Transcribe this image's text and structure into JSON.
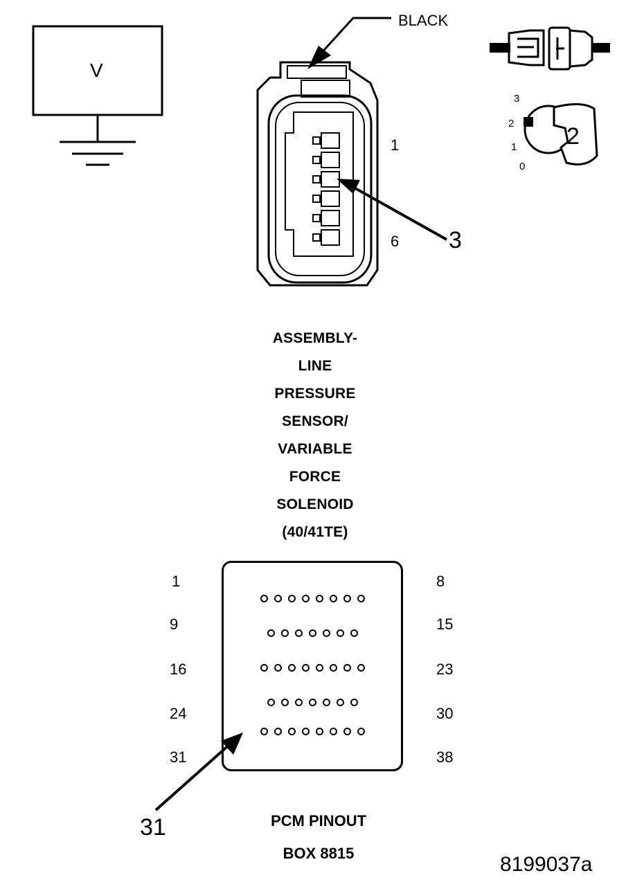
{
  "voltmeter": {
    "symbol": "V"
  },
  "connector": {
    "color_label": "BLACK",
    "pin_first": "1",
    "pin_last": "6",
    "callout_pin": "3"
  },
  "key_switch": {
    "positions": [
      "3",
      "2",
      "1",
      "0"
    ],
    "selected": "2"
  },
  "title": {
    "lines": [
      "ASSEMBLY-",
      "LINE",
      "PRESSURE",
      "SENSOR/",
      "VARIABLE",
      "FORCE",
      "SOLENOID",
      "(40/41TE)"
    ]
  },
  "pcm_box": {
    "left_labels": [
      "1",
      "9",
      "16",
      "24",
      "31"
    ],
    "right_labels": [
      "8",
      "15",
      "23",
      "30",
      "38"
    ],
    "row_pin_counts": [
      8,
      7,
      8,
      7,
      8
    ],
    "callout_pin": "31",
    "caption_line1": "PCM PINOUT",
    "caption_line2": "BOX 8815"
  },
  "figure_id": "8199037a"
}
